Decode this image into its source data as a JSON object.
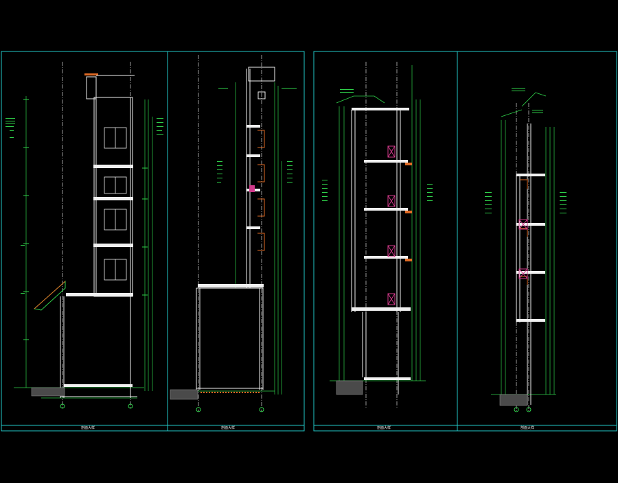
{
  "drawing": {
    "background": "#000000",
    "colors": {
      "frame": "#22c8c8",
      "wall": "#f0f0f0",
      "dim": "#2fd24a",
      "axis": "#ffffff",
      "accent": "#e06a24",
      "window": "#d23a8a",
      "ground": "#8a8a8a"
    },
    "sheets": [
      {
        "id": "sheet-a",
        "title": "剖面大样"
      },
      {
        "id": "sheet-b",
        "title": "剖面大样"
      },
      {
        "id": "sheet-c",
        "title": "剖面大样"
      },
      {
        "id": "sheet-d",
        "title": "剖面大样"
      }
    ]
  }
}
